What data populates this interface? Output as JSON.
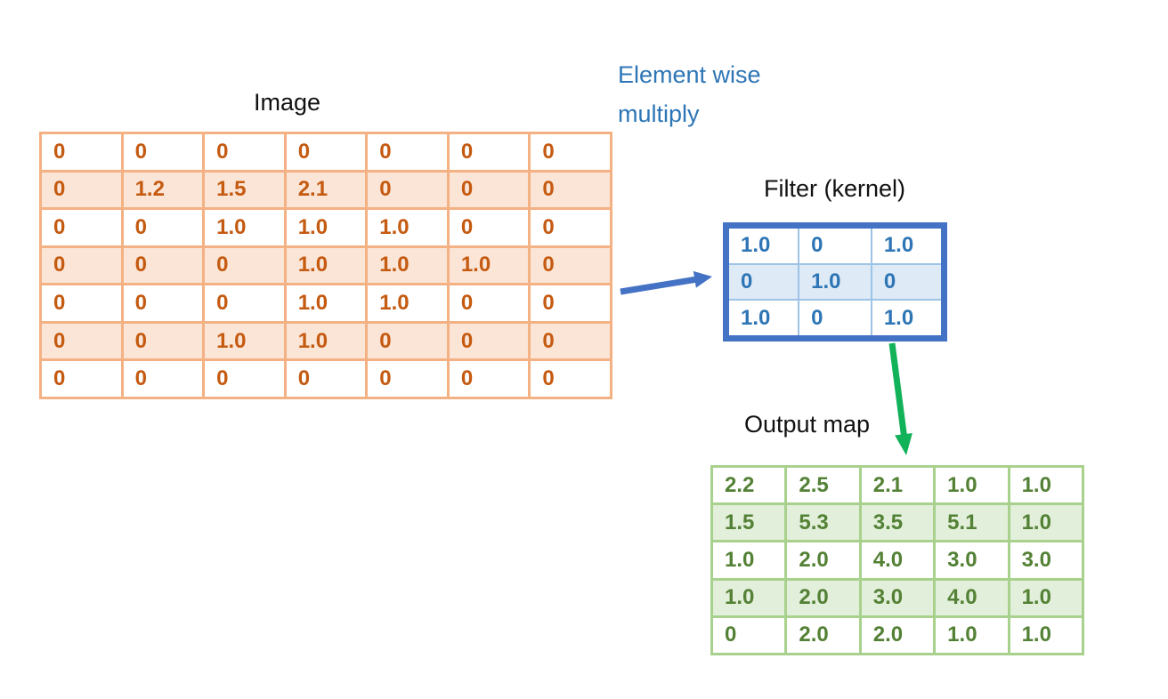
{
  "titles": {
    "image": "Image",
    "filter": "Filter (kernel)",
    "output": "Output map"
  },
  "annotation": {
    "text": "Element wise multiply"
  },
  "image_table": {
    "rows": [
      [
        "0",
        "0",
        "0",
        "0",
        "0",
        "0",
        "0"
      ],
      [
        "0",
        "1.2",
        "1.5",
        "2.1",
        "0",
        "0",
        "0"
      ],
      [
        "0",
        "0",
        "1.0",
        "1.0",
        "1.0",
        "0",
        "0"
      ],
      [
        "0",
        "0",
        "0",
        "1.0",
        "1.0",
        "1.0",
        "0"
      ],
      [
        "0",
        "0",
        "0",
        "1.0",
        "1.0",
        "0",
        "0"
      ],
      [
        "0",
        "0",
        "1.0",
        "1.0",
        "0",
        "0",
        "0"
      ],
      [
        "0",
        "0",
        "0",
        "0",
        "0",
        "0",
        "0"
      ]
    ]
  },
  "filter_table": {
    "rows": [
      [
        "1.0",
        "0",
        "1.0"
      ],
      [
        "0",
        "1.0",
        "0"
      ],
      [
        "1.0",
        "0",
        "1.0"
      ]
    ]
  },
  "output_table": {
    "rows": [
      [
        "2.2",
        "2.5",
        "2.1",
        "1.0",
        "1.0"
      ],
      [
        "1.5",
        "5.3",
        "3.5",
        "5.1",
        "1.0"
      ],
      [
        "1.0",
        "2.0",
        "4.0",
        "3.0",
        "3.0"
      ],
      [
        "1.0",
        "2.0",
        "3.0",
        "4.0",
        "1.0"
      ],
      [
        "0",
        "2.0",
        "2.0",
        "1.0",
        "1.0"
      ]
    ]
  },
  "colors": {
    "image_text": "#C55A11",
    "image_border": "#F4B183",
    "image_row_shade": "#FBE5D6",
    "filter_text": "#2E75B6",
    "filter_outer_border": "#4472C4",
    "filter_grid": "#9DC3E6",
    "filter_row_shade": "#DEEAF6",
    "output_text": "#538135",
    "output_border": "#A9D18E",
    "output_row_shade": "#E2EFDA",
    "annotation_text": "#2E75B6",
    "arrow_blue": "#4472C4",
    "arrow_green": "#12B25A"
  }
}
